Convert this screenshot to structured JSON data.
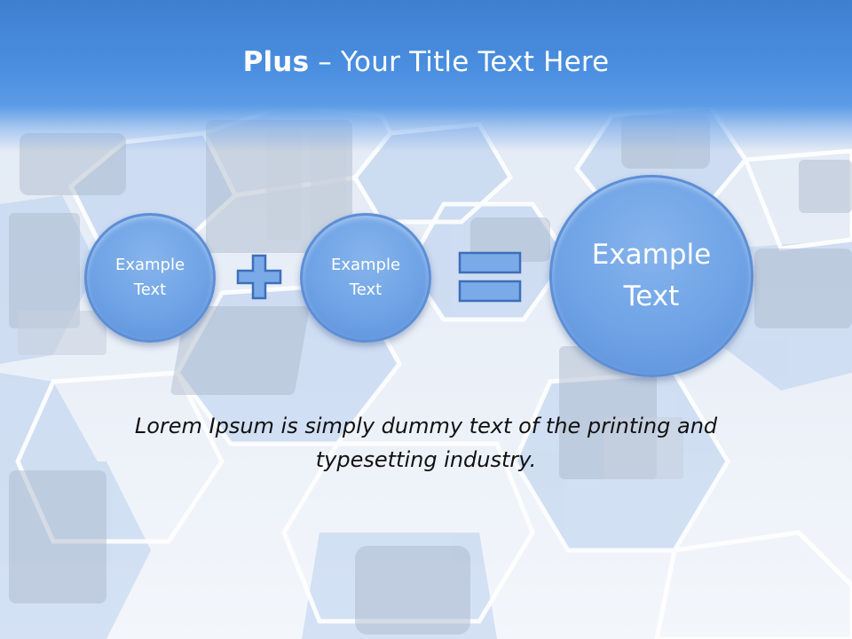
{
  "slide": {
    "title_bold": "Plus",
    "title_rest": " – Your Title Text Here",
    "circles": [
      {
        "label": "Example\nText"
      },
      {
        "label": "Example\nText"
      },
      {
        "label": "Example\nText"
      }
    ],
    "operators": [
      "plus-icon",
      "equals-icon"
    ],
    "body_text": "Lorem Ipsum is simply dummy text of the printing and typesetting industry."
  },
  "colors": {
    "header_blue": "#4a8ee0",
    "circle_fill": "#6fa3e6",
    "operator_fill": "#7aaae8",
    "operator_stroke": "#3d6fb8",
    "text_dark": "#111111"
  }
}
